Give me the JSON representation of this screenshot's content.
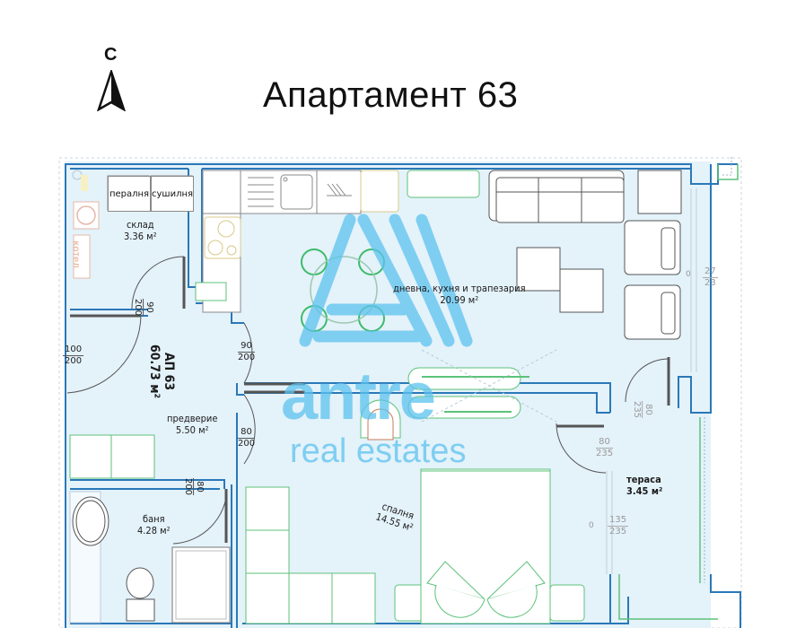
{
  "header": {
    "title": "Апартамент 63",
    "north_label": "С"
  },
  "apartment": {
    "code": "АП 63",
    "total_area": "60.73 м²"
  },
  "rooms": [
    {
      "id": "sklad",
      "name": "склад",
      "area": "3.36 м²"
    },
    {
      "id": "living",
      "name": "дневна, кухня и трапезария",
      "area": "20.99 м²"
    },
    {
      "id": "hall",
      "name": "предверие",
      "area": "5.50 м²"
    },
    {
      "id": "bath",
      "name": "баня",
      "area": "4.28 м²"
    },
    {
      "id": "bedroom",
      "name": "спалня",
      "area": "14.55 м²"
    },
    {
      "id": "terrace",
      "name": "тераса",
      "area": "3.45 м²"
    }
  ],
  "appliances": {
    "washer": "пералня",
    "dryer": "сушилня",
    "boiler": "котел"
  },
  "doors": [
    {
      "id": "sklad-door",
      "width": "90",
      "height": "200"
    },
    {
      "id": "entrance-door",
      "width": "100",
      "height": "200"
    },
    {
      "id": "living-door",
      "width": "90",
      "height": "200"
    },
    {
      "id": "bedroom-door",
      "width": "80",
      "height": "200"
    },
    {
      "id": "bath-door",
      "width": "80",
      "height": "200"
    },
    {
      "id": "terrace-door-living",
      "width": "80",
      "height": "235"
    },
    {
      "id": "terrace-door-bedroom",
      "width": "80",
      "height": "235"
    }
  ],
  "windows": [
    {
      "id": "living-window",
      "sill": "0",
      "width": "27",
      "height": "23"
    },
    {
      "id": "terrace-window",
      "sill": "0",
      "width": "135",
      "height": "235"
    }
  ],
  "watermark": {
    "brand": "antre",
    "tagline": "real estates"
  },
  "colors": {
    "wall": "#2a78b8",
    "floor": "#e4f2fa",
    "furniture_green": "#5cc27a",
    "watermark": "#5cc3ee"
  }
}
